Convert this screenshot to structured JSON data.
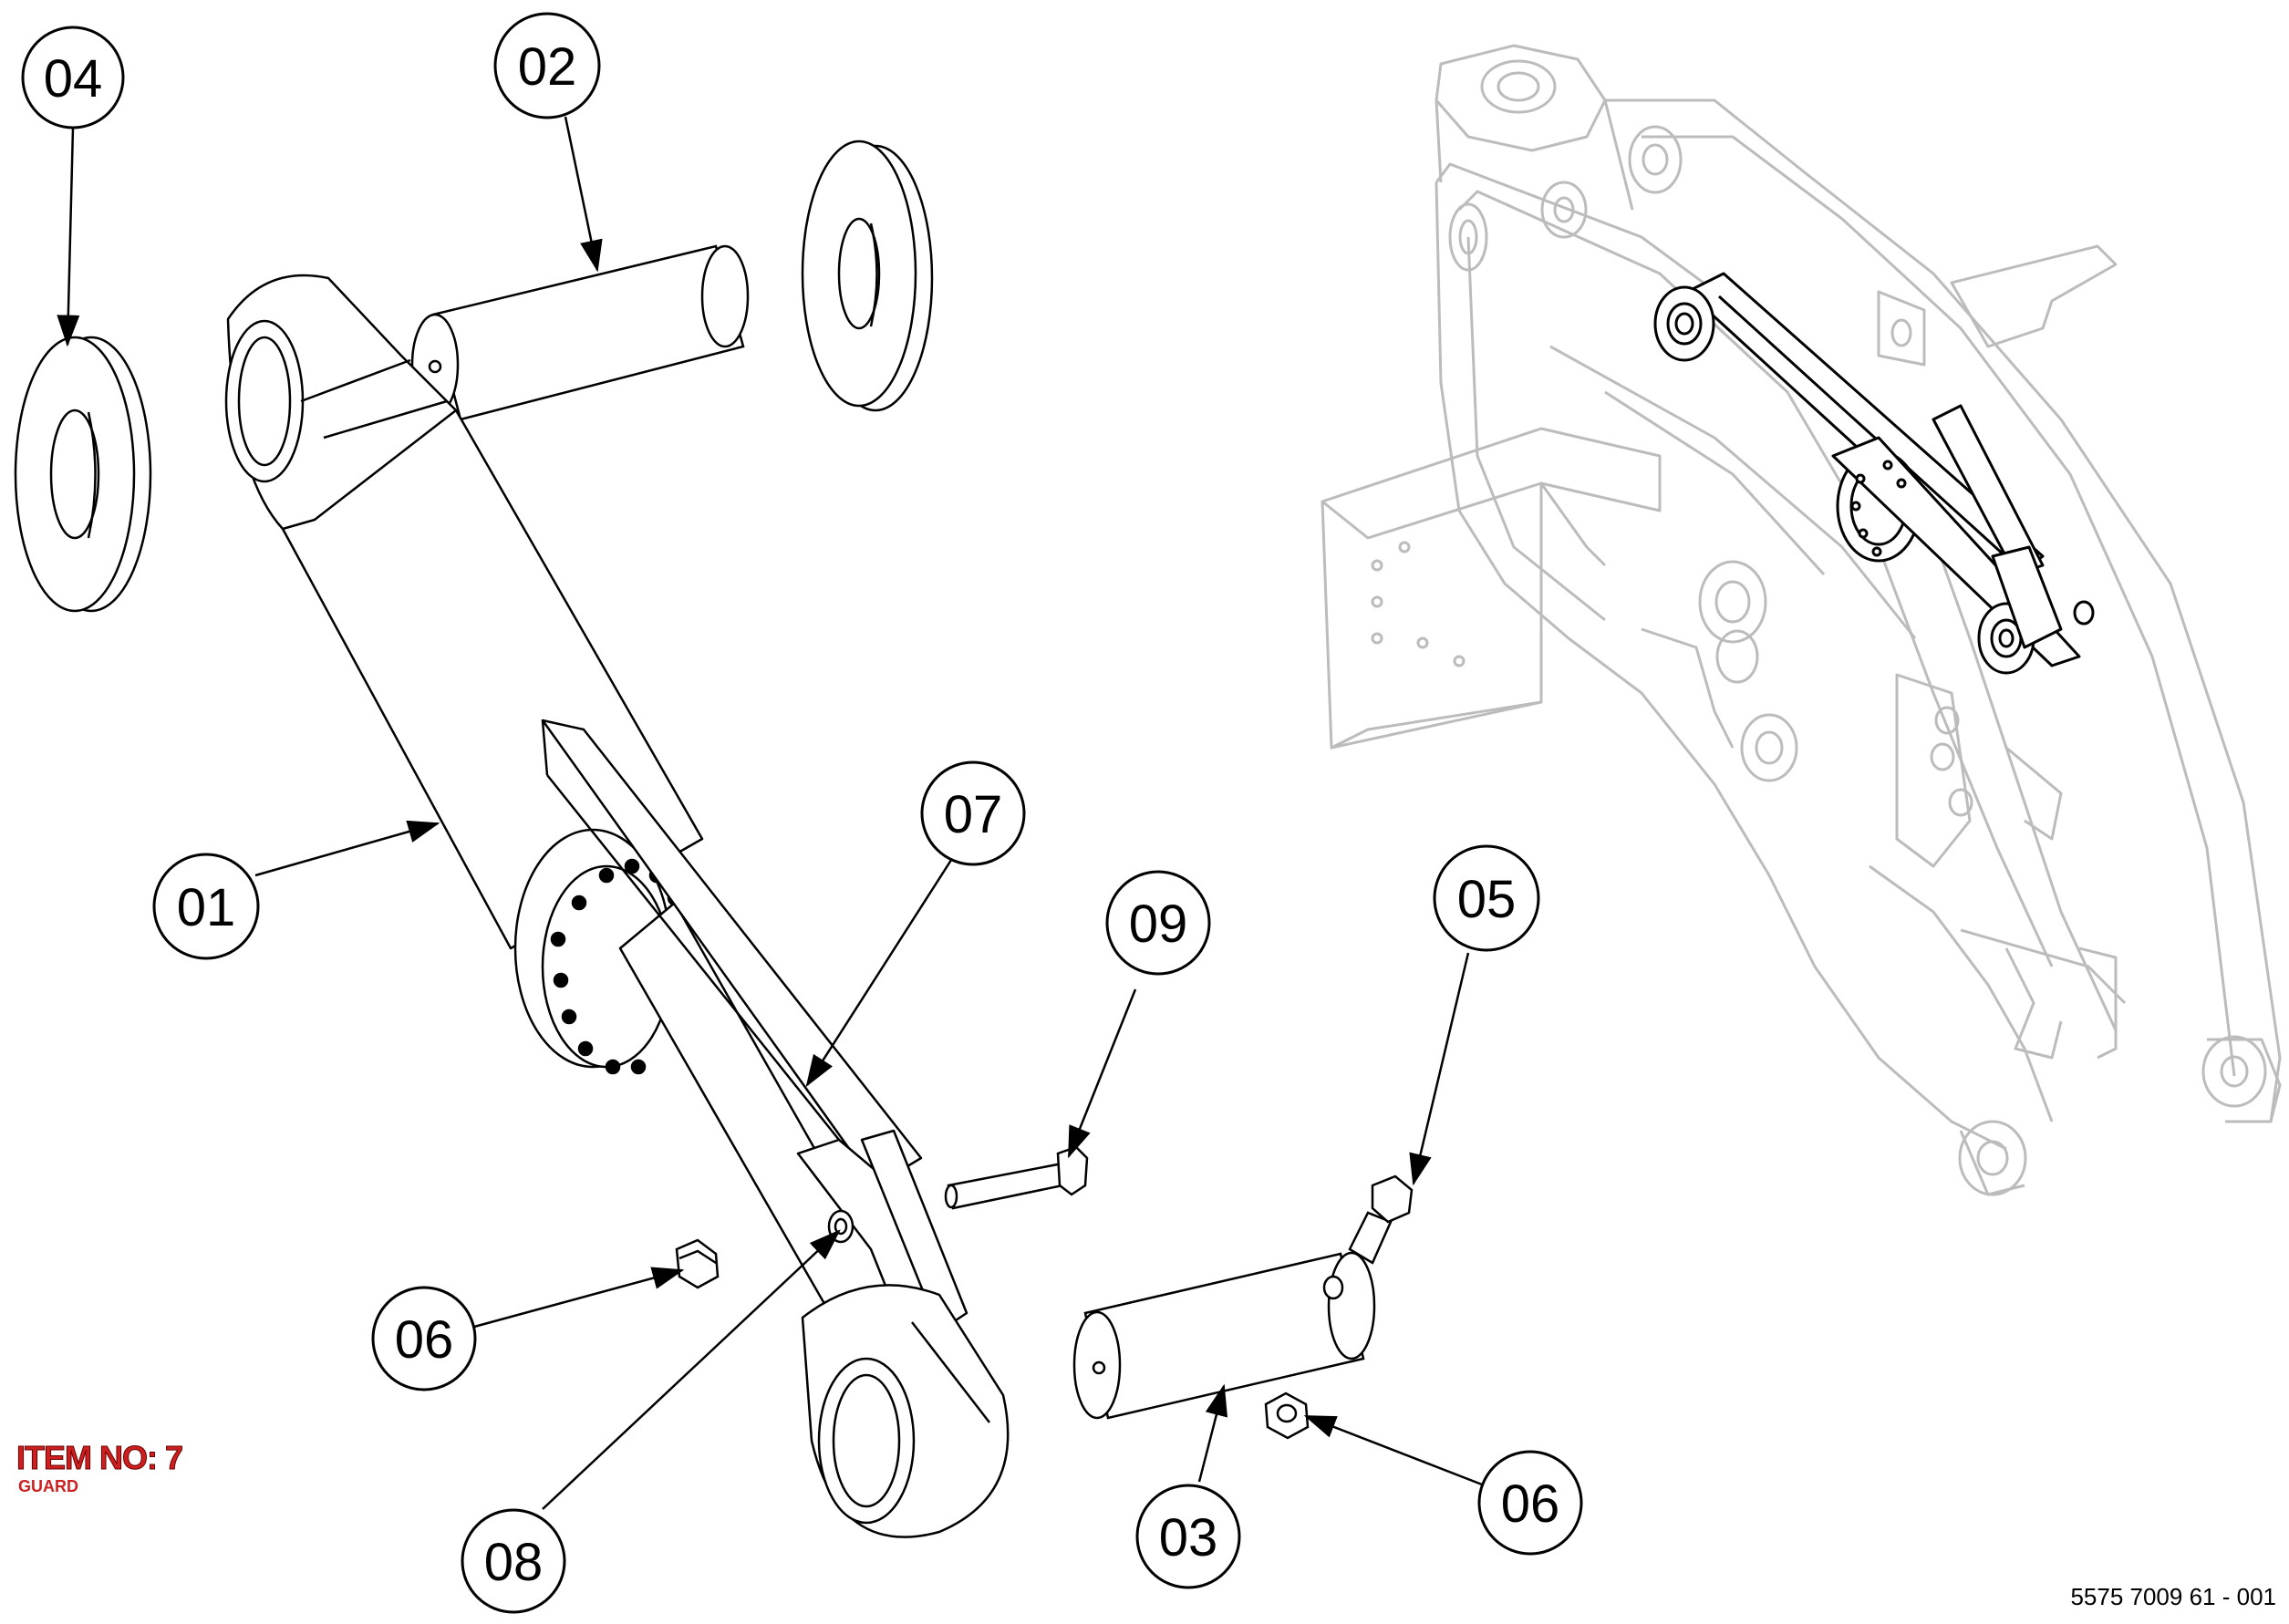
{
  "callouts": [
    {
      "id": "c04",
      "label": "04"
    },
    {
      "id": "c02",
      "label": "02"
    },
    {
      "id": "c07",
      "label": "07"
    },
    {
      "id": "c09",
      "label": "09"
    },
    {
      "id": "c05",
      "label": "05"
    },
    {
      "id": "c01",
      "label": "01"
    },
    {
      "id": "c06a",
      "label": "06"
    },
    {
      "id": "c08",
      "label": "08"
    },
    {
      "id": "c03",
      "label": "03"
    },
    {
      "id": "c06b",
      "label": "06"
    }
  ],
  "item": {
    "title": "ITEM NO: 7",
    "subtitle": "GUARD"
  },
  "document_number": "5575 7009 61 - 001",
  "colors": {
    "line": "#000000",
    "ghost": "#bcbcbc",
    "item_label": "#cc1f1f"
  }
}
